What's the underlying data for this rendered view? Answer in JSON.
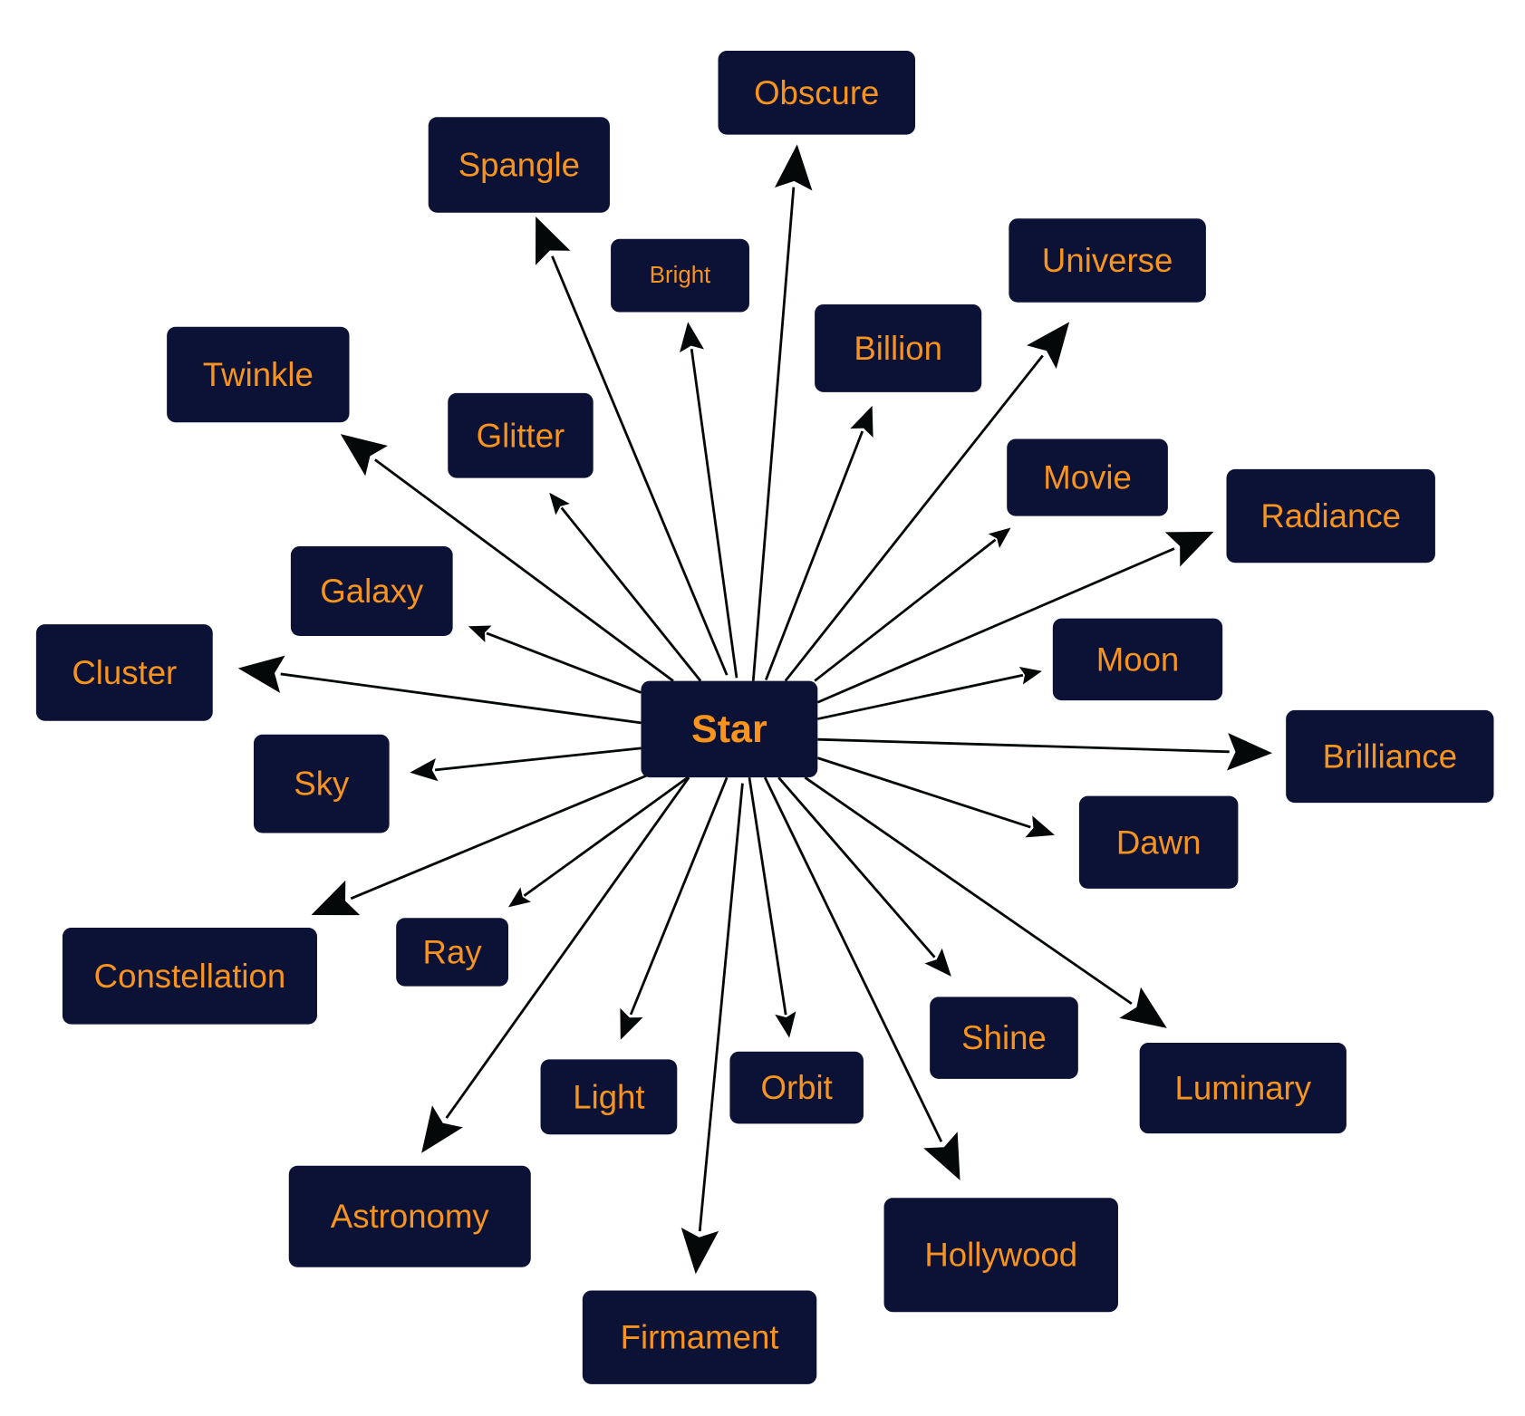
{
  "diagram": {
    "center": {
      "label": "Star"
    },
    "nodes": [
      {
        "id": "obscure",
        "label": "Obscure"
      },
      {
        "id": "spangle",
        "label": "Spangle"
      },
      {
        "id": "bright",
        "label": "Bright"
      },
      {
        "id": "universe",
        "label": "Universe"
      },
      {
        "id": "billion",
        "label": "Billion"
      },
      {
        "id": "twinkle",
        "label": "Twinkle"
      },
      {
        "id": "glitter",
        "label": "Glitter"
      },
      {
        "id": "movie",
        "label": "Movie"
      },
      {
        "id": "radiance",
        "label": "Radiance"
      },
      {
        "id": "galaxy",
        "label": "Galaxy"
      },
      {
        "id": "cluster",
        "label": "Cluster"
      },
      {
        "id": "moon",
        "label": "Moon"
      },
      {
        "id": "brilliance",
        "label": "Brilliance"
      },
      {
        "id": "sky",
        "label": "Sky"
      },
      {
        "id": "dawn",
        "label": "Dawn"
      },
      {
        "id": "constellation",
        "label": "Constellation"
      },
      {
        "id": "ray",
        "label": "Ray"
      },
      {
        "id": "shine",
        "label": "Shine"
      },
      {
        "id": "luminary",
        "label": "Luminary"
      },
      {
        "id": "light",
        "label": "Light"
      },
      {
        "id": "orbit",
        "label": "Orbit"
      },
      {
        "id": "astronomy",
        "label": "Astronomy"
      },
      {
        "id": "hollywood",
        "label": "Hollywood"
      },
      {
        "id": "firmament",
        "label": "Firmament"
      }
    ],
    "colors": {
      "box": "#0c1136",
      "text": "#f7941d",
      "arrow": "#050808"
    }
  }
}
